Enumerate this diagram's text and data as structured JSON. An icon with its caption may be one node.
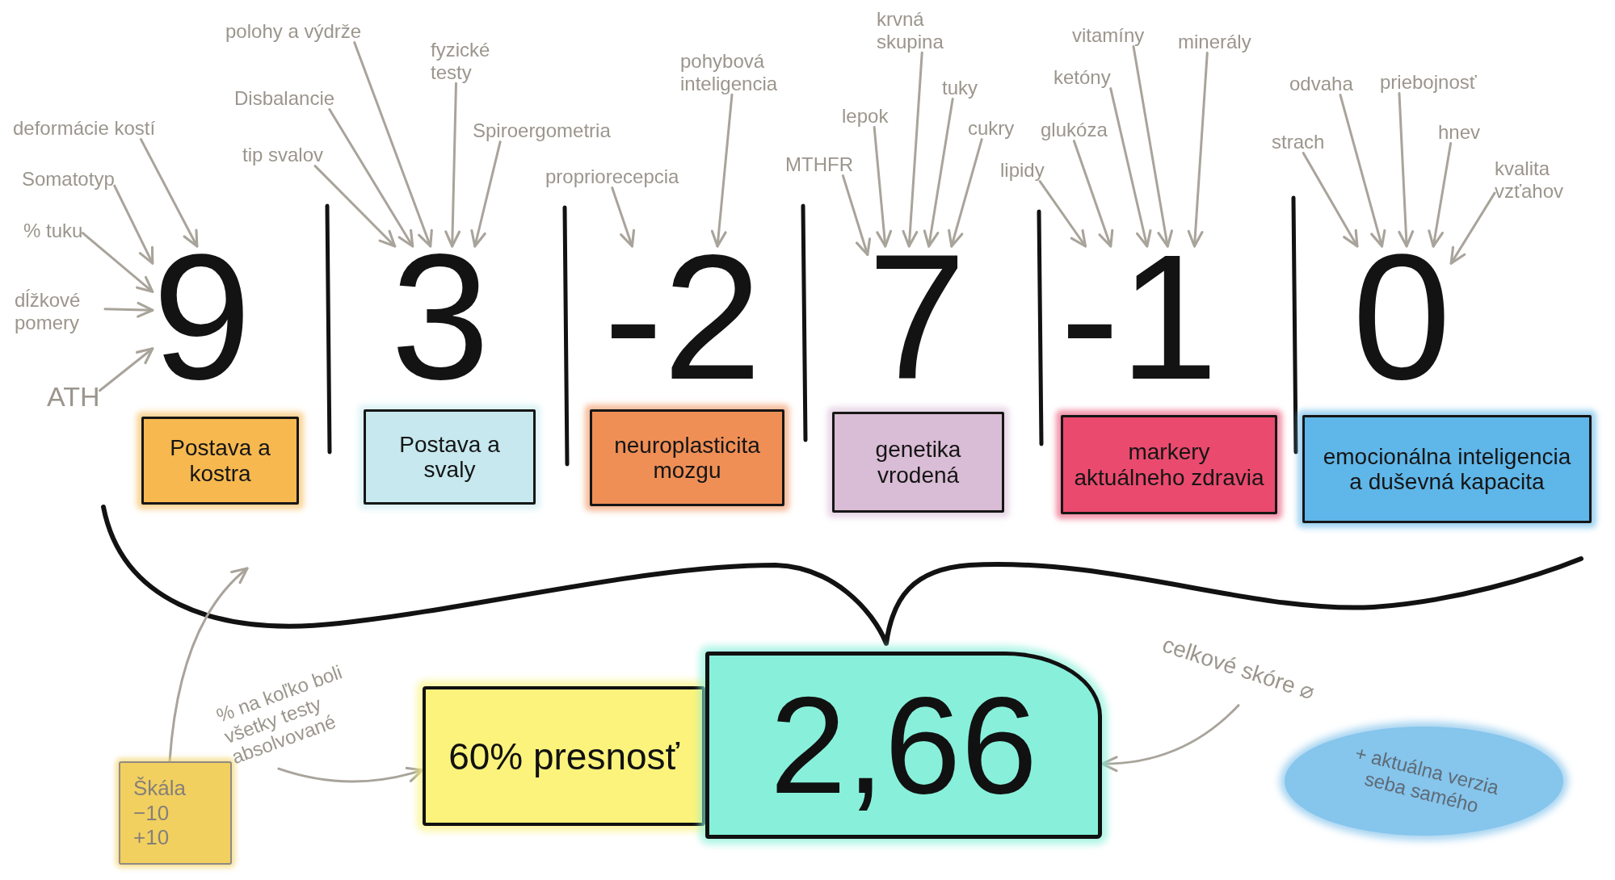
{
  "diagram": {
    "nodes": [
      {
        "text": [
          "deformácie kostí"
        ]
      },
      {
        "text": [
          "Somatotyp"
        ]
      },
      {
        "text": [
          "% tuku"
        ]
      },
      {
        "text": [
          "dĺžkové pomery"
        ]
      },
      {
        "text": [
          "ATH"
        ]
      },
      {
        "text": [
          "9"
        ]
      },
      {
        "text": [
          "Postava a kostra"
        ]
      },
      {
        "text": [
          "polohy a výdrže"
        ]
      },
      {
        "text": [
          "fyzické testy"
        ]
      },
      {
        "text": [
          "Disbalancie"
        ]
      },
      {
        "text": [
          "Spiroergometria"
        ]
      },
      {
        "text": [
          "tip svalov"
        ]
      },
      {
        "text": [
          "3"
        ]
      },
      {
        "text": [
          "Postava a svaly"
        ]
      },
      {
        "text": [
          "pohybová inteligencia"
        ]
      },
      {
        "text": [
          "propriorecepcia"
        ]
      },
      {
        "text": [
          "-2"
        ]
      },
      {
        "text": [
          "neuroplasticita mozgu"
        ]
      },
      {
        "text": [
          "krvná skupina"
        ]
      },
      {
        "text": [
          "tuky"
        ]
      },
      {
        "text": [
          "lepok"
        ]
      },
      {
        "text": [
          "cukry"
        ]
      },
      {
        "text": [
          "MTHFR"
        ]
      },
      {
        "text": [
          "7"
        ]
      },
      {
        "text": [
          "genetika vrodená"
        ]
      },
      {
        "text": [
          "vitamíny"
        ]
      },
      {
        "text": [
          "minerály"
        ]
      },
      {
        "text": [
          "ketóny"
        ]
      },
      {
        "text": [
          "glukóza"
        ]
      },
      {
        "text": [
          "lipidy"
        ]
      },
      {
        "text": [
          "-1"
        ]
      },
      {
        "text": [
          "markery aktuálneho zdravia"
        ]
      },
      {
        "text": [
          "odvaha"
        ]
      },
      {
        "text": [
          "priebojnosť"
        ]
      },
      {
        "text": [
          "hnev"
        ]
      },
      {
        "text": [
          "strach"
        ]
      },
      {
        "text": [
          "kvalita vzťahov"
        ]
      },
      {
        "text": [
          "0"
        ]
      },
      {
        "text": [
          "emocionálna inteligencia a duševná kapacita"
        ]
      },
      {
        "text": [
          "Škála",
          "−10",
          "+10"
        ]
      },
      {
        "text": [
          "% na koľko boli všetky testy absolvované"
        ]
      },
      {
        "text": [
          "60% presnosť"
        ]
      },
      {
        "text": [
          "2,66"
        ]
      },
      {
        "text": [
          "celkové skóre ⌀"
        ]
      },
      {
        "text": [
          "+ aktuálna verzia seba samého"
        ]
      }
    ],
    "edges": [
      {
        "from": 0,
        "to": 5,
        "arrow": "to"
      },
      {
        "from": 1,
        "to": 5,
        "arrow": "to"
      },
      {
        "from": 2,
        "to": 5,
        "arrow": "to"
      },
      {
        "from": 3,
        "to": 5,
        "arrow": "to"
      },
      {
        "from": 4,
        "to": 5,
        "arrow": "to"
      },
      {
        "from": 7,
        "to": 12,
        "arrow": "to"
      },
      {
        "from": 8,
        "to": 12,
        "arrow": "to"
      },
      {
        "from": 9,
        "to": 12,
        "arrow": "to"
      },
      {
        "from": 10,
        "to": 12,
        "arrow": "to"
      },
      {
        "from": 11,
        "to": 12,
        "arrow": "to"
      },
      {
        "from": 14,
        "to": 16,
        "arrow": "to"
      },
      {
        "from": 15,
        "to": 16,
        "arrow": "to"
      },
      {
        "from": 18,
        "to": 23,
        "arrow": "to"
      },
      {
        "from": 19,
        "to": 23,
        "arrow": "to"
      },
      {
        "from": 20,
        "to": 23,
        "arrow": "to"
      },
      {
        "from": 21,
        "to": 23,
        "arrow": "to"
      },
      {
        "from": 22,
        "to": 23,
        "arrow": "to"
      },
      {
        "from": 25,
        "to": 30,
        "arrow": "to"
      },
      {
        "from": 26,
        "to": 30,
        "arrow": "to"
      },
      {
        "from": 27,
        "to": 30,
        "arrow": "to"
      },
      {
        "from": 28,
        "to": 30,
        "arrow": "to"
      },
      {
        "from": 29,
        "to": 30,
        "arrow": "to"
      },
      {
        "from": 32,
        "to": 37,
        "arrow": "to"
      },
      {
        "from": 33,
        "to": 37,
        "arrow": "to"
      },
      {
        "from": 34,
        "to": 37,
        "arrow": "to"
      },
      {
        "from": 35,
        "to": 37,
        "arrow": "to"
      },
      {
        "from": 36,
        "to": 37,
        "arrow": "to"
      },
      {
        "from": 39,
        "to": null,
        "arrow": "to"
      },
      {
        "from": 40,
        "to": 41,
        "arrow": "to"
      },
      {
        "from": 43,
        "to": 42,
        "arrow": "to"
      }
    ]
  }
}
